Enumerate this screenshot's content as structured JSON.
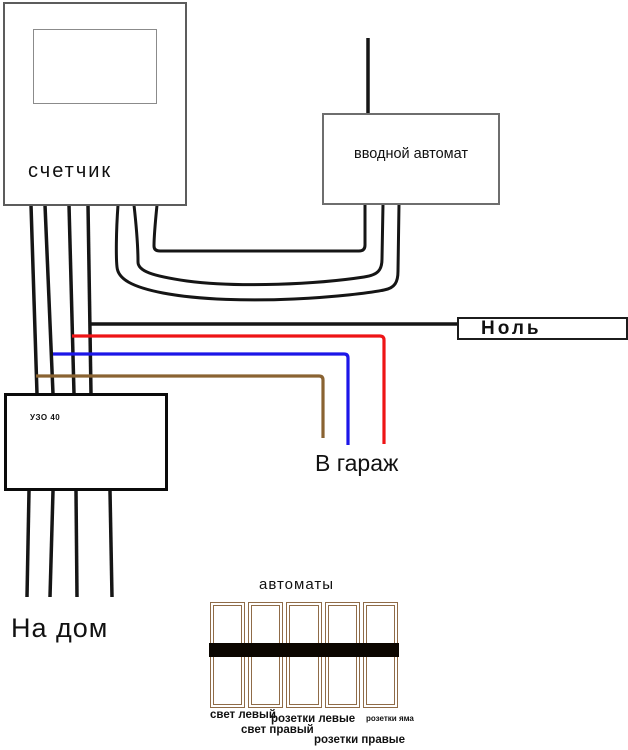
{
  "meter": {
    "label": "счетчик"
  },
  "input_breaker": {
    "label": "вводной автомат"
  },
  "neutral": {
    "label": "Ноль"
  },
  "rcd": {
    "label": "УЗО 40"
  },
  "to_garage": {
    "label": "В гараж"
  },
  "to_house": {
    "label": "На дом"
  },
  "breaker_panel": {
    "title": "автоматы",
    "module_count": 5,
    "labels": [
      "свет левый",
      "свет правый",
      "розетки левые",
      "розетки правые",
      "розетки яма"
    ]
  },
  "colors": {
    "wire_black": "#151515",
    "wire_red": "#ee1416",
    "wire_blue": "#1c16e8",
    "wire_brown": "#8a6332",
    "panel_border": "#8f6b47",
    "busbar_black": "#0b0600"
  }
}
